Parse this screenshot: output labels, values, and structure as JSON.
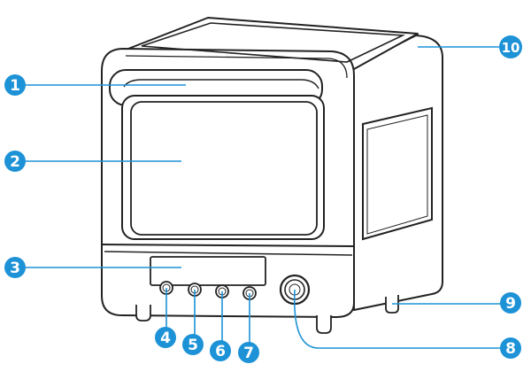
{
  "colors": {
    "callout_fill": "#1d92d6",
    "callout_text": "#ffffff",
    "leader_line": "#1d92d6",
    "outline": "#222222",
    "surface": "#ffffff"
  },
  "callouts": [
    {
      "id": "c1",
      "label": "1"
    },
    {
      "id": "c2",
      "label": "2"
    },
    {
      "id": "c3",
      "label": "3"
    },
    {
      "id": "c4",
      "label": "4"
    },
    {
      "id": "c5",
      "label": "5"
    },
    {
      "id": "c6",
      "label": "6"
    },
    {
      "id": "c7",
      "label": "7"
    },
    {
      "id": "c8",
      "label": "8"
    },
    {
      "id": "c9",
      "label": "9"
    },
    {
      "id": "c10",
      "label": "10"
    }
  ]
}
